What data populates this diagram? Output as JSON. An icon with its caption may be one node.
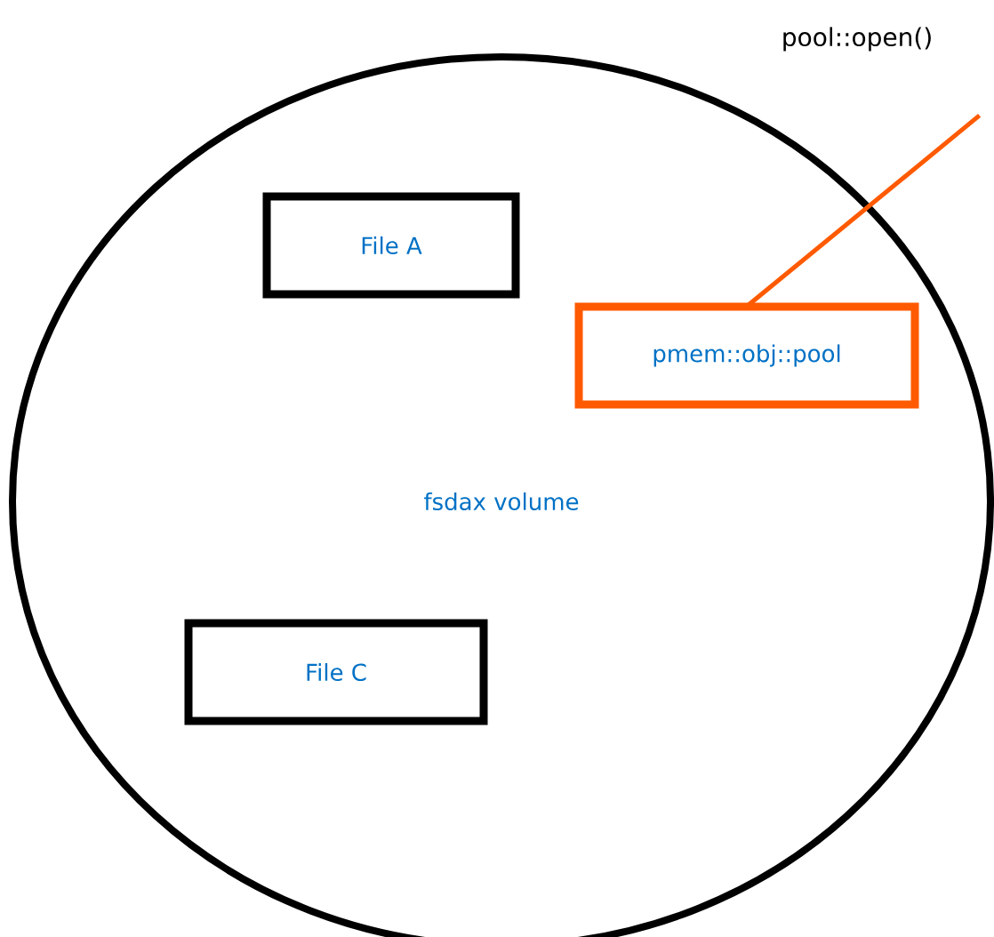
{
  "diagram": {
    "nodes": [
      {
        "text": [
          "fsdax volume"
        ]
      },
      {
        "text": [
          "File A"
        ],
        "in": 0
      },
      {
        "text": [
          "pmem::obj::pool"
        ],
        "in": 0
      },
      {
        "text": [
          "File C"
        ],
        "in": 0
      },
      {
        "text": [
          "pool::open()"
        ]
      }
    ],
    "edges": [
      {
        "from": 4,
        "to": 2,
        "arrow": "none",
        "color": "#ff5a00"
      }
    ]
  }
}
